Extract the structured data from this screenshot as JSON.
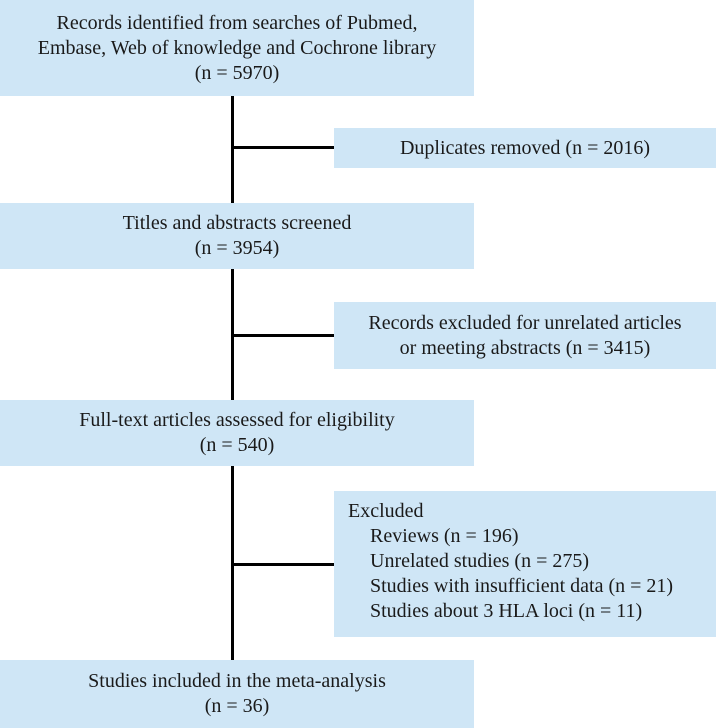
{
  "identified": {
    "line1": "Records identified from searches of Pubmed,",
    "line2": "Embase, Web of knowledge and Cochrone library",
    "count": "(n = 5970)"
  },
  "duplicates": {
    "text": "Duplicates removed (n = 2016)"
  },
  "screened": {
    "line1": "Titles and abstracts screened",
    "count": "(n = 3954)"
  },
  "excluded_unrelated": {
    "line1": "Records excluded for unrelated articles",
    "line2": "or meeting abstracts (n = 3415)"
  },
  "fulltext": {
    "line1": "Full-text articles assessed for eligibility",
    "count": "(n = 540)"
  },
  "excluded": {
    "title": "Excluded",
    "items": [
      "Reviews (n = 196)",
      "Unrelated studies (n = 275)",
      "Studies with insufficient data (n = 21)",
      "Studies about 3 HLA loci (n = 11)"
    ]
  },
  "included": {
    "line1": "Studies included in the meta-analysis",
    "count": "(n = 36)"
  },
  "colors": {
    "box_fill": "#cfe6f6",
    "line": "#000000"
  }
}
